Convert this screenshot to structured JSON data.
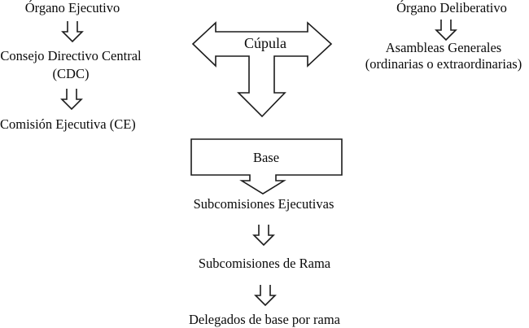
{
  "executive_branch": {
    "title": "Órgano Ejecutivo",
    "cdc_line1": "Consejo Directivo Central",
    "cdc_line2": "(CDC)",
    "ce": "Comisión Ejecutiva (CE)"
  },
  "deliberative_branch": {
    "title": "Órgano Deliberativo",
    "assemblies_line1": "Asambleas Generales",
    "assemblies_line2": "(ordinarias o extraordinarias)"
  },
  "hierarchy": {
    "cupula": "Cúpula",
    "base": "Base",
    "executive_subcommittees": "Subcomisiones Ejecutivas",
    "branch_subcommittees": "Subcomisiones de Rama",
    "base_delegates": "Delegados de base por rama"
  },
  "colors": {
    "line": "#1c1c1c",
    "text": "#0a0a0a",
    "background": "#ffffff"
  }
}
